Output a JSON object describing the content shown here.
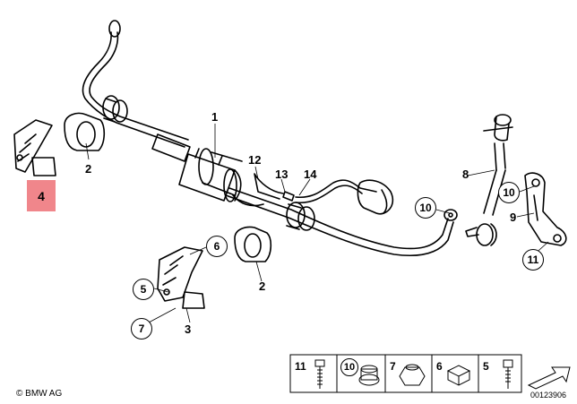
{
  "callouts": {
    "c1": "1",
    "c2a": "2",
    "c2b": "2",
    "c3": "3",
    "c4": "4",
    "c5": "5",
    "c6": "6",
    "c7": "7",
    "c8": "8",
    "c9": "9",
    "c10a": "10",
    "c10b": "10",
    "c11": "11",
    "c12": "12",
    "c13": "13",
    "c14": "14"
  },
  "legend": [
    "11",
    "10",
    "7",
    "6",
    "5"
  ],
  "footer": {
    "copyright": "© BMW AG",
    "doc_number": "00123906"
  },
  "colors": {
    "highlight": "#f0868b",
    "line": "#000000"
  }
}
